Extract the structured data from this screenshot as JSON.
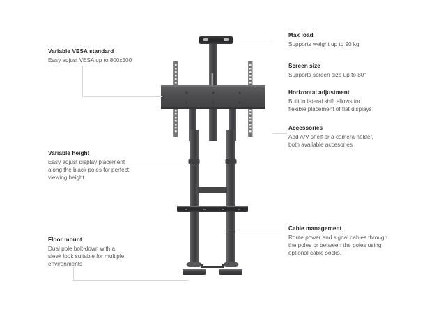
{
  "page": {
    "title": "TV floor stand feature diagram",
    "background": "#ffffff",
    "heading_color": "#1f1f1f",
    "body_color": "#5b5b5b",
    "leader_color": "#d8d8d8",
    "product_color": "#4a4a4c"
  },
  "callouts": [
    {
      "id": "variable-vesa-standard",
      "title": "Variable VESA standard",
      "lines": [
        "Easy adjust VESA up to 800x500"
      ],
      "side": "left"
    },
    {
      "id": "variable-height",
      "title": "Variable height",
      "lines": [
        "Easy adjust display placement",
        "along the black poles for perfect",
        "viewing height"
      ],
      "side": "left"
    },
    {
      "id": "floor-mount",
      "title": "Floor mount",
      "lines": [
        "Dual pole bolt-down with a",
        "sleek look suitable for multiple",
        "environments"
      ],
      "side": "left"
    },
    {
      "id": "max-load",
      "title": "Max load",
      "lines": [
        "Supports weight up to 90 kg"
      ],
      "side": "right"
    },
    {
      "id": "screen-size",
      "title": "Screen size",
      "lines": [
        "Supports screen size up to 80\""
      ],
      "side": "right"
    },
    {
      "id": "horizontal-adjustment",
      "title": "Horizontal adjustment",
      "lines": [
        "Built in lateral shift allows for",
        "flexible placement of flat displays"
      ],
      "side": "right"
    },
    {
      "id": "accessories",
      "title": "Accessories",
      "lines": [
        "Add A/V shelf or a camera holder,",
        "both available accesories"
      ],
      "side": "right"
    },
    {
      "id": "cable-management",
      "title": "Cable management",
      "lines": [
        "Route power and signal cables through",
        "the poles or between the poles using",
        "optional cable socks."
      ],
      "side": "right"
    }
  ],
  "product": {
    "name": "dual-pole tv floor stand",
    "parts": [
      "top-cap-bar",
      "center-post",
      "vesa-rail-left",
      "vesa-rail-right",
      "horizontal-mount-plate",
      "display-column-left",
      "display-column-right",
      "telescoping-pole-left",
      "telescoping-pole-right",
      "pole-crossbar",
      "shelf-bracket",
      "floor-base-left",
      "floor-base-right",
      "base-connector"
    ]
  }
}
